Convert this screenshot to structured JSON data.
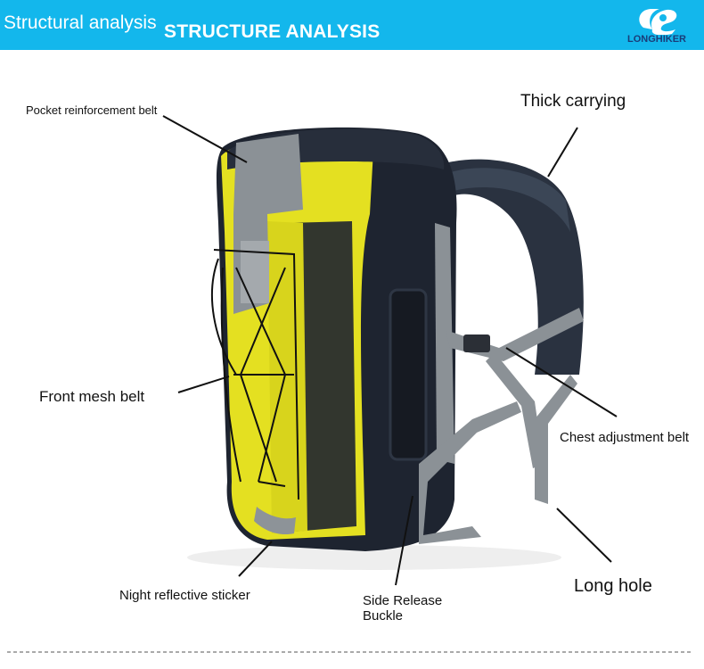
{
  "header": {
    "subtitle": "Structural analysis",
    "title": "STRUCTURE ANALYSIS",
    "background_color": "#13b7ec"
  },
  "logo": {
    "brand": "LONGHIKER",
    "icon": "longhiker-logo-icon"
  },
  "labels": {
    "pocket_reinforcement": "Pocket reinforcement belt",
    "thick_carrying": "Thick carrying",
    "front_mesh": "Front mesh belt",
    "chest_adjustment": "Chest adjustment belt",
    "long_hole": "Long hole",
    "night_reflective": "Night reflective sticker",
    "side_release": "Side Release Buckle"
  },
  "colors": {
    "backpack_yellow": "#e4e021",
    "backpack_navy": "#1e2430",
    "strap_gray": "#8b9196"
  }
}
